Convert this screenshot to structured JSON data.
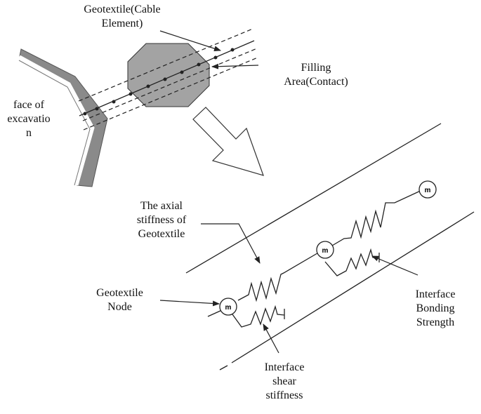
{
  "labels": {
    "geotextile_cable": [
      "Geotextile(Cable",
      "Element)"
    ],
    "filling_area": [
      "Filling",
      "Area(Contact)"
    ],
    "face_of_excavation": [
      "face of",
      "excavatio",
      "n"
    ],
    "axial_stiffness": [
      "The axial",
      "stiffness of",
      "Geotextile"
    ],
    "geotextile_node": [
      "Geotextile",
      "Node"
    ],
    "interface_bonding": [
      "Interface",
      "Bonding",
      "Strength"
    ],
    "interface_shear": [
      "Interface",
      "shear",
      "stiffness"
    ]
  },
  "node_symbol": "m",
  "colors": {
    "wall_fill": "#8a8a8a",
    "octagon_fill": "#a3a3a3",
    "line": "#222222"
  }
}
